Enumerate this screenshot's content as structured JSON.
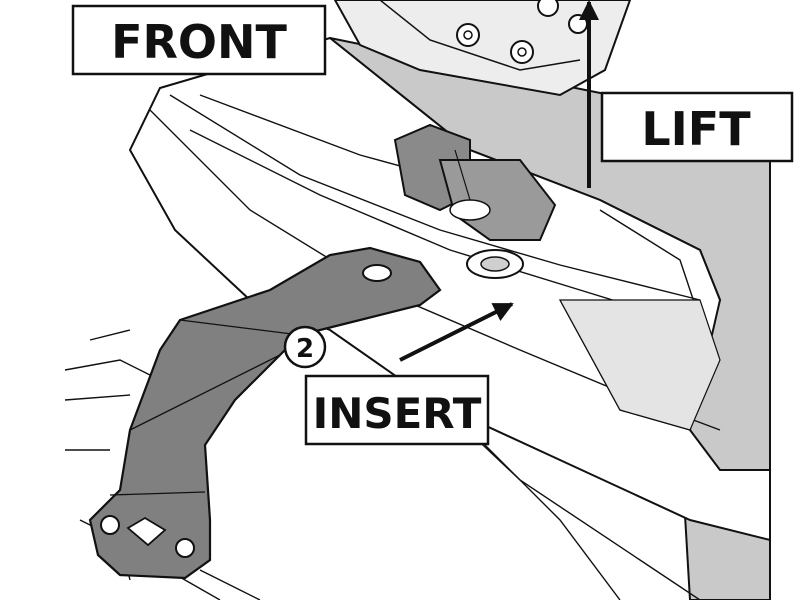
{
  "labels": {
    "front": "FRONT",
    "lift": "LIFT",
    "insert": "INSERT"
  },
  "part_number": "2",
  "colors": {
    "ink": "#111111",
    "paper": "#ffffff",
    "panel_gray": "#c8c8c8",
    "bracket_gray": "#7f7f7f",
    "light_gray": "#e2e2e2"
  }
}
